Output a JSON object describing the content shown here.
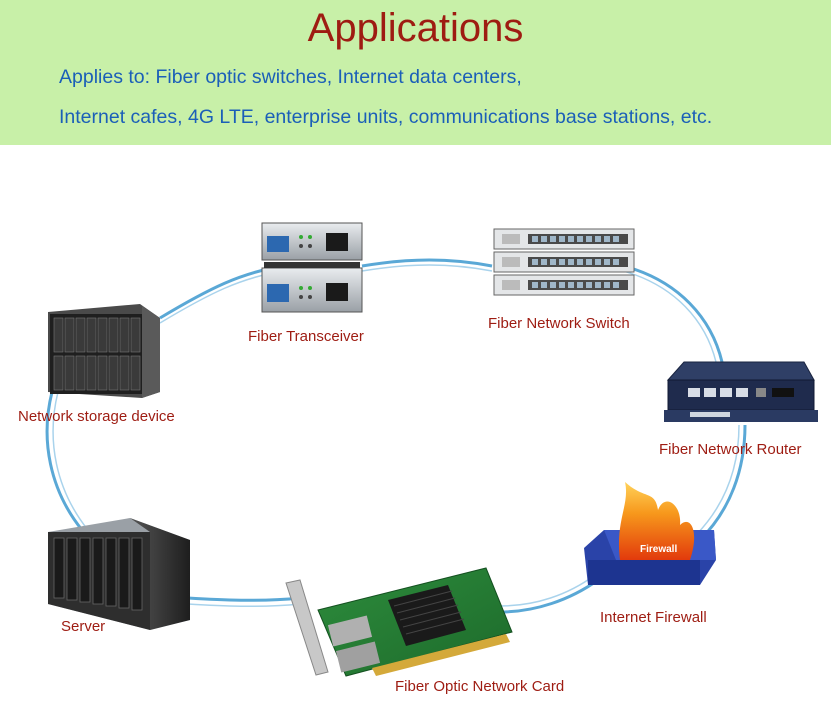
{
  "banner": {
    "title": "Applications",
    "line1": "Applies to: Fiber optic switches, Internet data centers,",
    "line2": "Internet cafes, 4G LTE, enterprise units, communications base stations, etc.",
    "bg_color": "#c8f0a8",
    "title_color": "#9e1c12",
    "text_color": "#1b5fb8"
  },
  "devices": [
    {
      "id": "transceiver",
      "label": "Fiber Transceiver",
      "icon": "fiber-transceiver-icon"
    },
    {
      "id": "switch",
      "label": "Fiber Network Switch",
      "icon": "network-switch-icon"
    },
    {
      "id": "router",
      "label": "Fiber Network Router",
      "icon": "router-icon"
    },
    {
      "id": "firewall",
      "label": "Internet Firewall",
      "icon": "firewall-icon"
    },
    {
      "id": "nic",
      "label": "Fiber Optic Network Card",
      "icon": "network-card-icon"
    },
    {
      "id": "server",
      "label": "Server",
      "icon": "server-rack-icon"
    },
    {
      "id": "storage",
      "label": "Network storage device",
      "icon": "storage-array-icon"
    }
  ],
  "firewall_box_text": "Firewall",
  "colors": {
    "cable": "#5aa8d6",
    "label": "#9e1c12"
  }
}
